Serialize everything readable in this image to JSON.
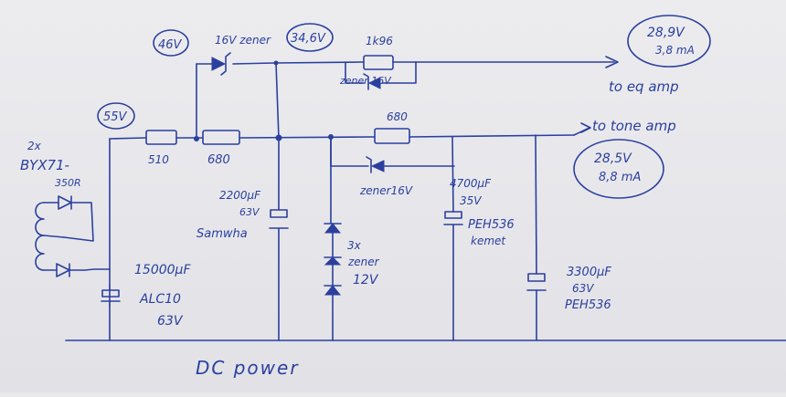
{
  "title": "DC power",
  "labels": {
    "v46": "46V",
    "v55": "55V",
    "v34": "34,6V",
    "zener16_top": "16V zener",
    "r_top": "1k96",
    "zener16_mid": "zener 16V",
    "r680_mid": "680",
    "r510": "510",
    "r680_left": "680",
    "diodes_count": "2x",
    "diodes_part_1": "BYX71-",
    "diodes_part_2": "350R",
    "out_eq_v": "28,9V",
    "out_eq_i": "3,8 mA",
    "to_eq": "to eq amp",
    "to_tone": "to tone amp",
    "out_tone_v": "28,5V",
    "out_tone_i": "8,8 mA",
    "zener16_lower": "zener16V",
    "c2200_1": "2200μF",
    "c2200_2": "63V",
    "c2200_3": "Samwha",
    "c4700_1": "4700μF",
    "c4700_2": "35V",
    "c4700_3": "PEH536",
    "c4700_4": "kemet",
    "zener3_1": "3x",
    "zener3_2": "zener",
    "zener3_3": "12V",
    "c15000_1": "15000μF",
    "c15000_2": "ALC10",
    "c15000_3": "63V",
    "c3300_1": "3300μF",
    "c3300_2": "63V",
    "c3300_3": "PEH536"
  },
  "colors": {
    "ink": "#2b3f9e",
    "paper": "#e9e9ec"
  }
}
